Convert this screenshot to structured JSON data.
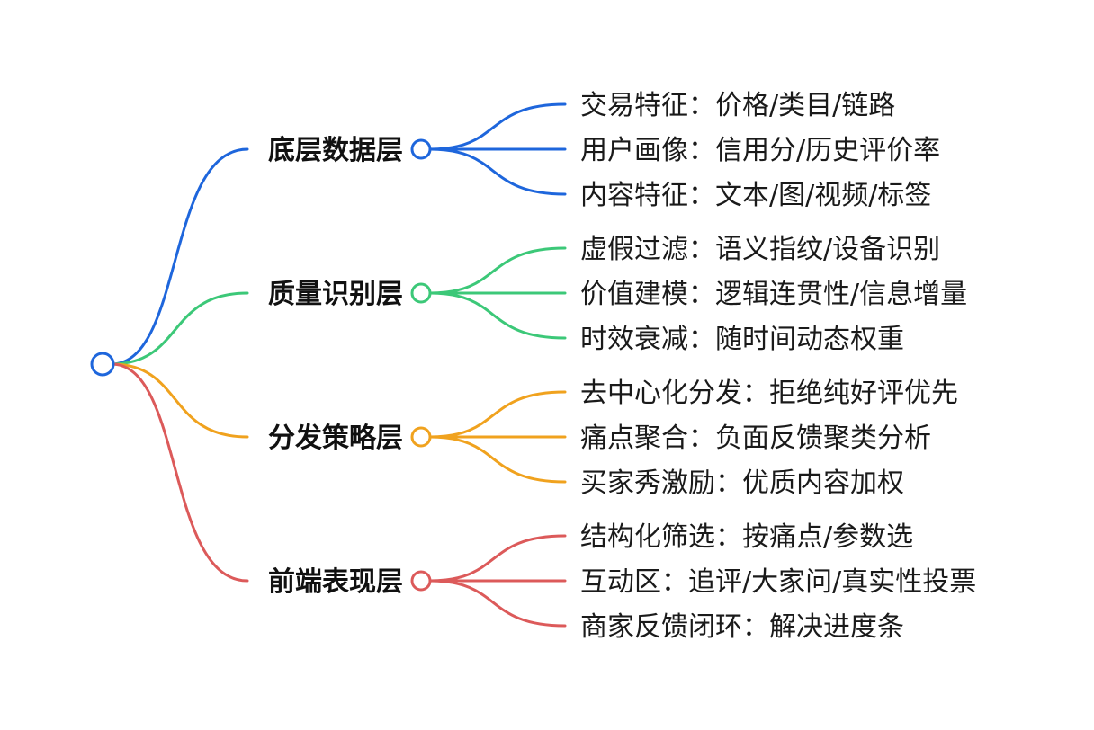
{
  "root": {
    "color": "#1e66dc"
  },
  "branches": [
    {
      "label": "底层数据层",
      "color": "#1e66dc",
      "leaves": [
        "交易特征：价格/类目/链路",
        "用户画像：信用分/历史评价率",
        "内容特征：文本/图/视频/标签"
      ]
    },
    {
      "label": "质量识别层",
      "color": "#3cc878",
      "leaves": [
        "虚假过滤：语义指纹/设备识别",
        "价值建模：逻辑连贯性/信息增量",
        "时效衰减：随时间动态权重"
      ]
    },
    {
      "label": "分发策略层",
      "color": "#f0a21e",
      "leaves": [
        "去中心化分发：拒绝纯好评优先",
        "痛点聚合：负面反馈聚类分析",
        "买家秀激励：优质内容加权"
      ]
    },
    {
      "label": "前端表现层",
      "color": "#dc5a5a",
      "leaves": [
        "结构化筛选：按痛点/参数选",
        "互动区：追评/大家问/真实性投票",
        "商家反馈闭环：解决进度条"
      ]
    }
  ]
}
